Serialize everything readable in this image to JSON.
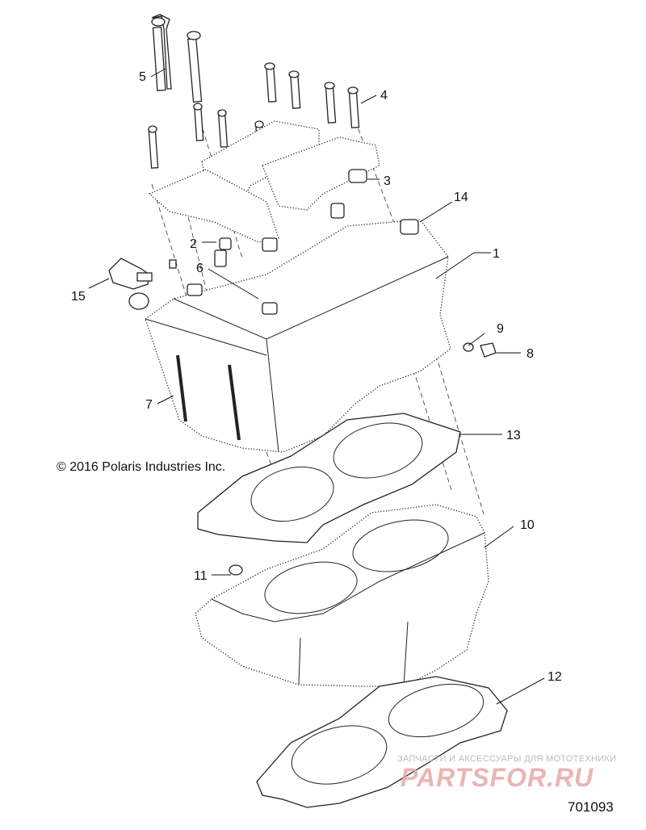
{
  "copyright": "© 2016 Polaris Industries Inc.",
  "figure_number": "701093",
  "watermark": {
    "tagline": "ЗАПЧАСТИ И АКСЕССУАРЫ ДЛЯ МОТОТЕХНИКИ",
    "brand": "PARTSFOR.RU"
  },
  "callouts": [
    "1",
    "2",
    "3",
    "4",
    "5",
    "6",
    "7",
    "8",
    "9",
    "10",
    "11",
    "12",
    "13",
    "14",
    "15"
  ]
}
